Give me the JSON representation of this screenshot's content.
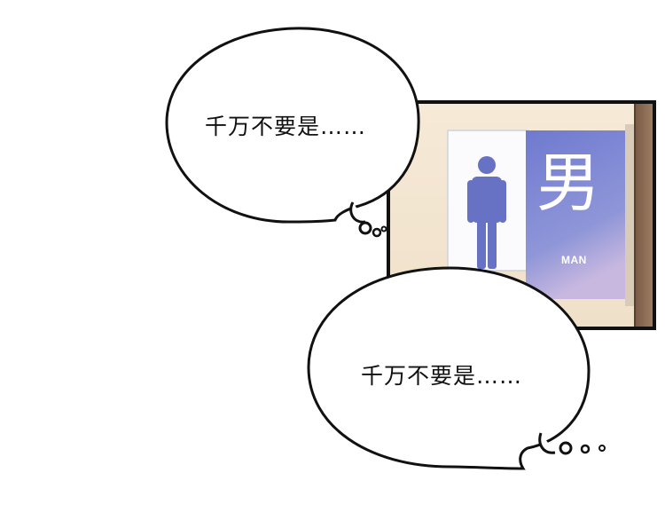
{
  "panel": {
    "sign": {
      "character": "男",
      "subtitle": "MAN",
      "icon": "male-person-icon"
    },
    "bubbles": [
      {
        "text": "千万不要是……"
      },
      {
        "text": "千万不要是……"
      }
    ],
    "colors": {
      "sign_blue": "#7b85d2",
      "figure_blue": "#6872c4",
      "wall_cream": "#f4e7d4",
      "door_brown": "#8a6a52",
      "outline": "#111111"
    }
  }
}
